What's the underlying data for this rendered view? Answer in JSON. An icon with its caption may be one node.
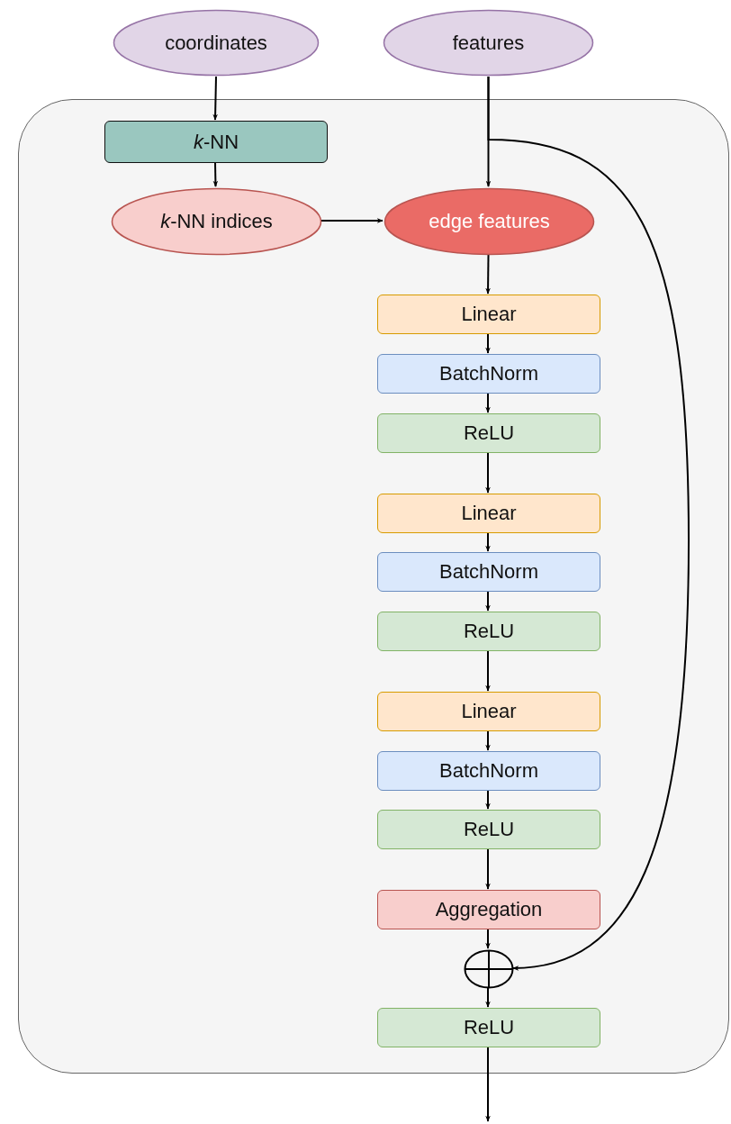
{
  "diagram": {
    "nodes": [
      {
        "text": [
          "coordinates"
        ]
      },
      {
        "text": [
          "features"
        ]
      },
      {
        "text": [],
        "shape": "box"
      },
      {
        "text": [
          "*k*-NN"
        ],
        "in": 2
      },
      {
        "text": [
          "*k*-NN indices"
        ],
        "in": 2
      },
      {
        "text": [
          "edge features"
        ],
        "in": 2
      },
      {
        "text": [
          "Linear"
        ],
        "in": 2
      },
      {
        "text": [
          "BatchNorm"
        ],
        "in": 2
      },
      {
        "text": [
          "ReLU"
        ],
        "in": 2
      },
      {
        "text": [
          "Linear"
        ],
        "in": 2
      },
      {
        "text": [
          "BatchNorm"
        ],
        "in": 2
      },
      {
        "text": [
          "ReLU"
        ],
        "in": 2
      },
      {
        "text": [
          "Linear"
        ],
        "in": 2
      },
      {
        "text": [
          "BatchNorm"
        ],
        "in": 2
      },
      {
        "text": [
          "ReLU"
        ],
        "in": 2
      },
      {
        "text": [
          "Aggregation"
        ],
        "in": 2
      },
      {
        "text": [],
        "shape": "circle",
        "in": 2
      },
      {
        "text": [
          "ReLU"
        ],
        "in": 2
      }
    ],
    "edges": [
      {
        "from": 0,
        "to": 3,
        "arrow": "to"
      },
      {
        "from": 3,
        "to": 4,
        "arrow": "to"
      },
      {
        "from": 4,
        "to": 5,
        "arrow": "to"
      },
      {
        "from": 1,
        "to": 5,
        "arrow": "to"
      },
      {
        "from": 1,
        "to": 16,
        "arrow": "to"
      },
      {
        "from": 5,
        "to": 6,
        "arrow": "to"
      },
      {
        "from": 6,
        "to": 7,
        "arrow": "to"
      },
      {
        "from": 7,
        "to": 8,
        "arrow": "to"
      },
      {
        "from": 8,
        "to": 9,
        "arrow": "to"
      },
      {
        "from": 9,
        "to": 10,
        "arrow": "to"
      },
      {
        "from": 10,
        "to": 11,
        "arrow": "to"
      },
      {
        "from": 11,
        "to": 12,
        "arrow": "to"
      },
      {
        "from": 12,
        "to": 13,
        "arrow": "to"
      },
      {
        "from": 13,
        "to": 14,
        "arrow": "to"
      },
      {
        "from": 14,
        "to": 15,
        "arrow": "to"
      },
      {
        "from": 15,
        "to": 16,
        "arrow": "to"
      },
      {
        "from": 16,
        "to": 17,
        "arrow": "to"
      },
      {
        "from": 17,
        "to": null,
        "arrow": "to"
      }
    ]
  }
}
